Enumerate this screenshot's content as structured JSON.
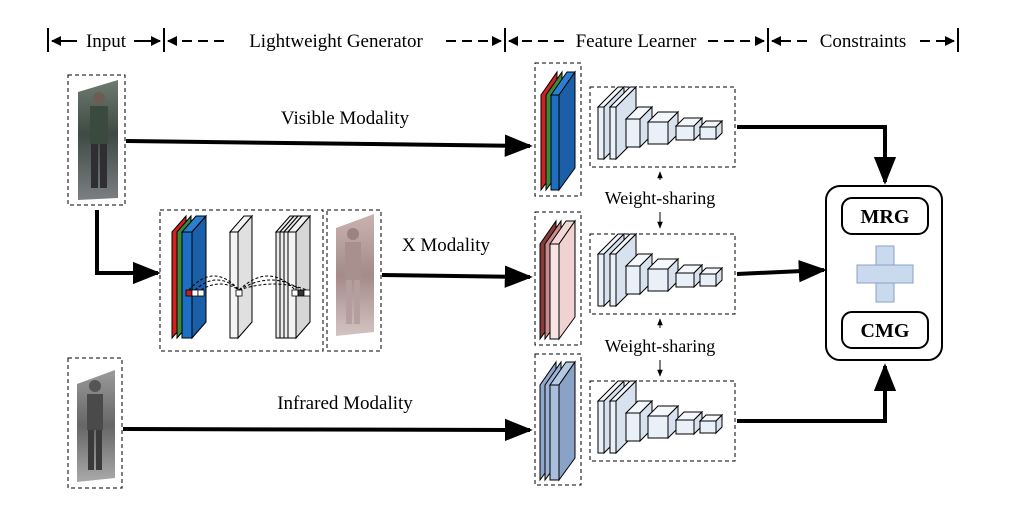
{
  "stages": {
    "input": "Input",
    "generator": "Lightweight Generator",
    "feature_learner": "Feature Learner",
    "constraints": "Constraints"
  },
  "paths": {
    "visible": "Visible Modality",
    "x": "X Modality",
    "infrared": "Infrared Modality"
  },
  "weight_sharing": [
    "Weight-sharing",
    "Weight-sharing"
  ],
  "constraints_box": {
    "top": "MRG",
    "bottom": "CMG"
  },
  "colors": {
    "channel_red": "#d42020",
    "channel_green": "#3a8a3a",
    "channel_blue": "#1d6fc4",
    "x_front": "#f7e3e3",
    "x_dark": "#8b3a3a",
    "ir_front": "#a9bedc",
    "cube_fill": "#eaf0f8",
    "plus": "#c9d9ee"
  },
  "icons": {
    "visible_person": "person-photo-icon",
    "infrared_person": "person-photo-icon"
  }
}
